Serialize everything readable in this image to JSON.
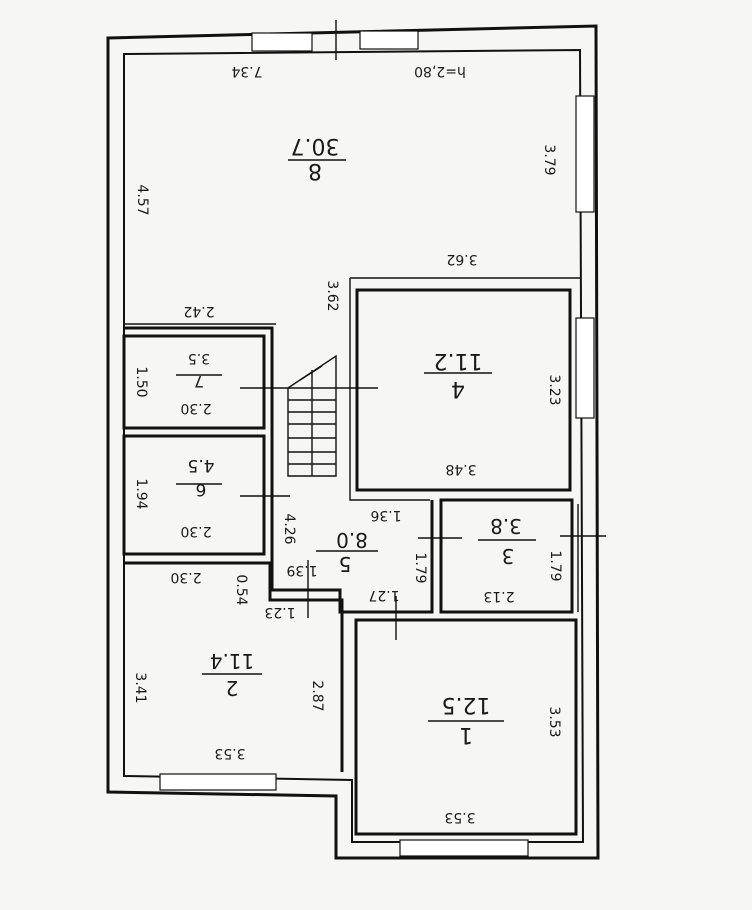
{
  "plan": {
    "height_note": "h=2,80",
    "rooms": [
      {
        "id": "room-8",
        "number": "8",
        "area": "30.7",
        "dims": [
          "7.34",
          "4.57",
          "3.79",
          "3.62",
          "2.42",
          "3.62"
        ]
      },
      {
        "id": "room-7",
        "number": "7",
        "area": "3.5",
        "dims": [
          "1.50",
          "2.30"
        ]
      },
      {
        "id": "room-6",
        "number": "6",
        "area": "4.5",
        "dims": [
          "1.94",
          "2.30"
        ]
      },
      {
        "id": "room-4",
        "number": "4",
        "area": "11.2",
        "dims": [
          "3.23",
          "3.48"
        ]
      },
      {
        "id": "room-5",
        "number": "5",
        "area": "8.0",
        "dims": [
          "1.36",
          "4.26",
          "1.79",
          "1.39",
          "1.27",
          "0.54",
          "1.23"
        ]
      },
      {
        "id": "room-3",
        "number": "3",
        "area": "3.8",
        "dims": [
          "1.79",
          "2.13"
        ]
      },
      {
        "id": "room-2",
        "number": "2",
        "area": "11.4",
        "dims": [
          "2.30",
          "3.41",
          "2.87",
          "3.53"
        ]
      },
      {
        "id": "room-1",
        "number": "1",
        "area": "12.5",
        "dims": [
          "3.53",
          "3.53"
        ]
      }
    ]
  }
}
